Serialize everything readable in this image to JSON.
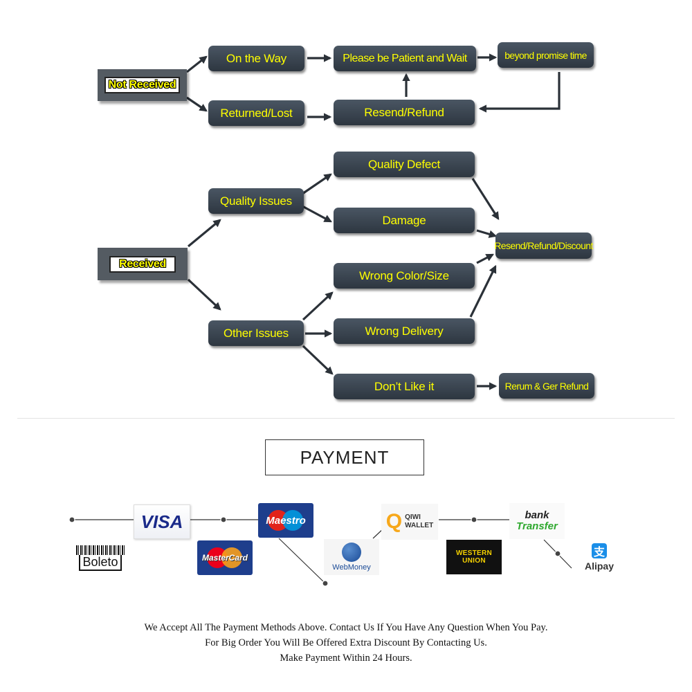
{
  "flow": {
    "not_received": {
      "root": "Not Received",
      "on_the_way": "On the Way",
      "please_wait": "Please be Patient and Wait",
      "beyond_promise": "beyond promise time",
      "returned_lost": "Returned/Lost",
      "resend_refund": "Resend/Refund"
    },
    "received": {
      "root": "Received",
      "quality_issues": "Quality Issues",
      "quality_defect": "Quality Defect",
      "damage": "Damage",
      "resend_refund_discount": "Resend/Refund/Discount",
      "other_issues": "Other Issues",
      "wrong_color_size": "Wrong Color/Size",
      "wrong_delivery": "Wrong Delivery",
      "dont_like": "Don’t Like it",
      "return_refund": "Rerum & Ger Refund"
    }
  },
  "payment": {
    "title": "PAYMENT",
    "methods": {
      "visa": "VISA",
      "maestro": "Maestro",
      "mastercard": "MasterCard",
      "boleto": "Boleto",
      "webmoney": "WebMoney",
      "qiwi_line1": "QIWI",
      "qiwi_line2": "WALLET",
      "western_line1": "WESTERN",
      "western_line2": "UNION",
      "bank_line1": "bank",
      "bank_line2": "Transfer",
      "alipay": "Alipay"
    },
    "colors": {
      "node_text": "#ffff00",
      "node_bg": "#3b4550",
      "maestro_red": "#e2231a",
      "maestro_blue": "#0099df",
      "mastercard_red": "#eb001b",
      "mastercard_yellow": "#f79e1b"
    }
  },
  "footer": {
    "line1": "We Accept All The Payment Methods Above. Contact Us If You Have Any Question When You Pay.",
    "line2": "For Big Order You Will Be Offered Extra Discount By Contacting Us.",
    "line3": "Make Payment Within 24 Hours."
  }
}
